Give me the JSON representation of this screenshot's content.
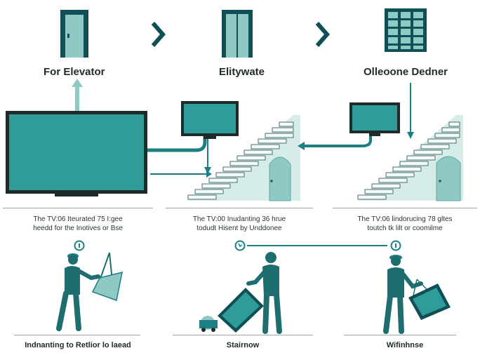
{
  "steps": [
    {
      "heading": "For Elevator",
      "caption_line1": "The TV:06 Iteurated 75 I:gee",
      "caption_line2": "heedd for the Inotives or Bse",
      "bottom_label": "Indnanting to Retlior lo laead"
    },
    {
      "heading": "Elitywate",
      "caption_line1": "The TV:00 Inudanting 36 hrue",
      "caption_line2": "todudt Hisent by Unddonee",
      "bottom_label": "Stairnow"
    },
    {
      "heading": "Olleoone Dedner",
      "caption_line1": "The TV:06 lindorucing 78 gltes",
      "caption_line2": "toutch tk lilt or coomilme",
      "bottom_label": "Wifinhnse"
    }
  ],
  "colors": {
    "teal_dark": "#0f4f55",
    "teal": "#1c7f83",
    "teal_light": "#8fc9c4",
    "teal_pale": "#d6ece9",
    "screen": "#2f9c99",
    "figure": "#1e6e70"
  }
}
